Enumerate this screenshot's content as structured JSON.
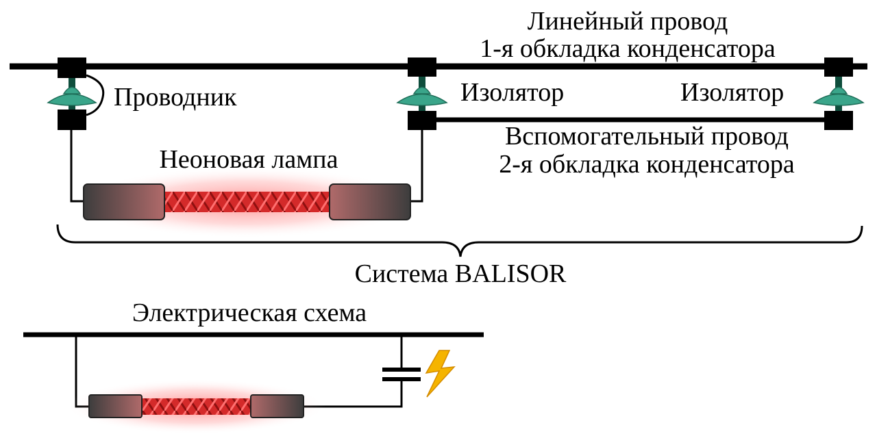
{
  "labels": {
    "line_wire_1": "Линейный провод",
    "line_wire_2": "1-я обкладка конденсатора",
    "conductor": "Проводник",
    "insulator_left": "Изолятор",
    "insulator_right": "Изолятор",
    "aux_wire_1": "Вспомогательный провод",
    "aux_wire_2": "2-я обкладка конденсатора",
    "neon_lamp": "Неоновая лампа",
    "system": "Система BALISOR",
    "schematic": "Электрическая схема"
  },
  "colors": {
    "wire": "#000000",
    "insulator": "#3aa58a",
    "lamp_tube": "#cc1f1f",
    "lamp_glow": "#ff6b6b",
    "electrode": "#4a4a4a",
    "lightning": "#f5b400"
  },
  "icons": [
    "insulator-icon",
    "neon-lamp-icon",
    "capacitor-icon",
    "lightning-icon"
  ]
}
